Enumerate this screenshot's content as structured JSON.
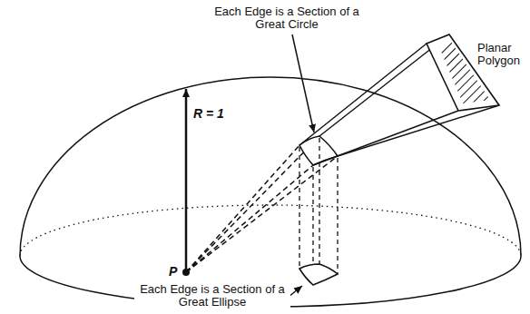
{
  "diagram": {
    "labels": [
      "Each Edge is a Section of a Great Circle",
      "Planar Polygon",
      "R = 1",
      "P",
      "Each Edge is a Section of a Great Ellipse"
    ]
  }
}
